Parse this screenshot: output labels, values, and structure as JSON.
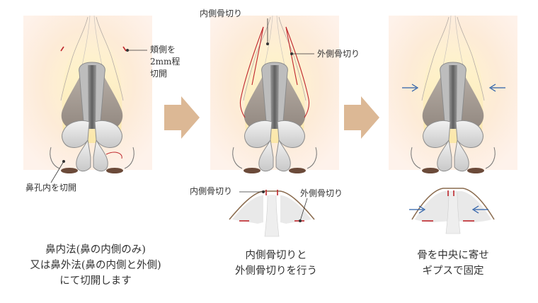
{
  "labels": {
    "cheek_incision": [
      "頬側を",
      "2mm程",
      "切開"
    ],
    "nostril_incision": "鼻孔内を切開",
    "medial_osteotomy_top": "内側骨切り",
    "lateral_osteotomy_top": "外側骨切り",
    "medial_osteotomy_bottom": "内側骨切り",
    "lateral_osteotomy_bottom": "外側骨切り"
  },
  "captions": {
    "step1": [
      "鼻内法(鼻の内側のみ)",
      "又は鼻外法(鼻の内側と外側)",
      "にて切開します"
    ],
    "step2": [
      "内側骨切りと",
      "外側骨切りを行う"
    ],
    "step3": [
      "骨を中央に寄せ",
      "ギプスで固定"
    ]
  },
  "colors": {
    "background_glow": "#fde9d9",
    "bone": "#a39890",
    "septum": "#7a7a7a",
    "cartilage": "#d9d9d9",
    "incision": "#c0282d",
    "arrow": "#d9b48f",
    "push_arrow": "#2b5fa8"
  }
}
